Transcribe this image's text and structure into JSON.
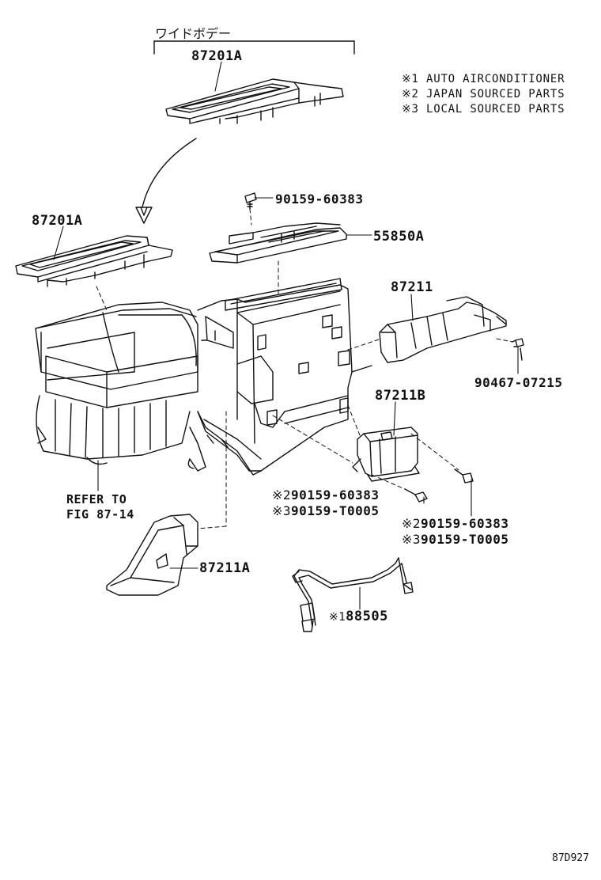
{
  "header": {
    "body_type_label": "ワイドボデー"
  },
  "notes": [
    {
      "mark": "※1",
      "text": "AUTO AIRCONDITIONER"
    },
    {
      "mark": "※2",
      "text": "JAPAN SOURCED PARTS"
    },
    {
      "mark": "※3",
      "text": "LOCAL SOURCED PARTS"
    }
  ],
  "parts": {
    "p87201A_top": "87201A",
    "p87201A_left": "87201A",
    "p90159_60383_top": "90159-60383",
    "p55850A": "55850A",
    "p87211": "87211",
    "p90467_07215": "90467-07215",
    "p87211B": "87211B",
    "refer_line1": "REFER TO",
    "refer_line2": "FIG 87-14",
    "mid_2_mark": "※2",
    "mid_2_num": "90159-60383",
    "mid_3_mark": "※3",
    "mid_3_num": "90159-T0005",
    "right_2_mark": "※2",
    "right_2_num": "90159-60383",
    "right_3_mark": "※3",
    "right_3_num": "90159-T0005",
    "p87211A": "87211A",
    "p88505_mark": "※1",
    "p88505_num": "88505"
  },
  "diagram_id": "87D927"
}
